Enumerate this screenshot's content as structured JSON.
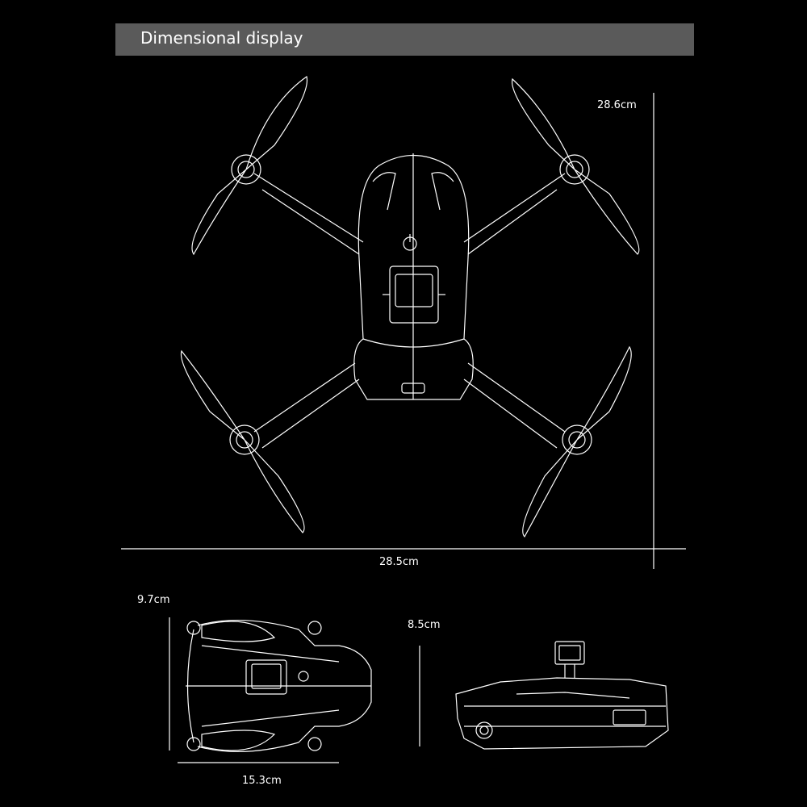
{
  "header": {
    "title": "Dimensional display"
  },
  "dimensions": {
    "top_view_height": "28.6cm",
    "top_view_width": "28.5cm",
    "folded_width": "9.7cm",
    "folded_length": "15.3cm",
    "folded_height": "8.5cm"
  },
  "colors": {
    "background": "#000000",
    "header_bar": "#5a5a5a",
    "line": "#ffffff"
  }
}
